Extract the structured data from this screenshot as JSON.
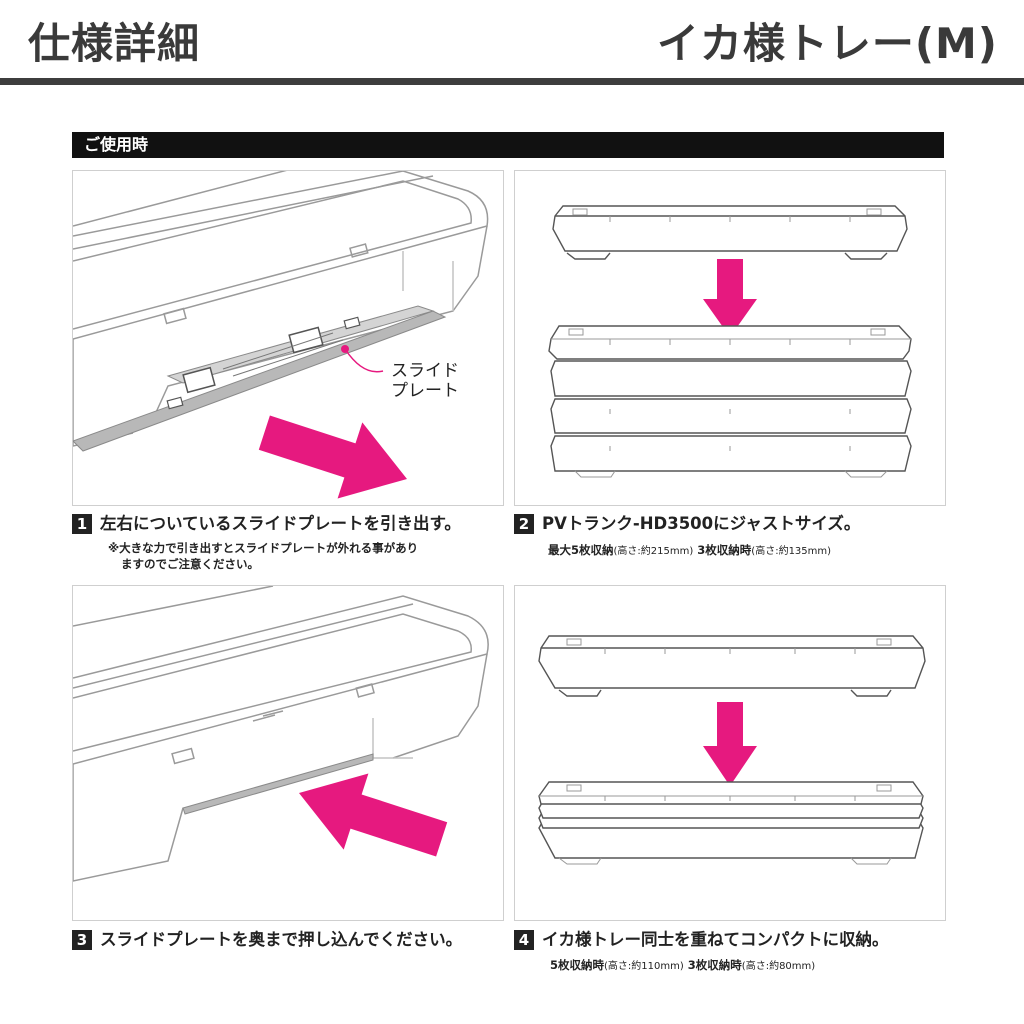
{
  "header": {
    "left_title": "仕様詳細",
    "right_title": "イカ様トレー(M)"
  },
  "section": {
    "title": "ご使用時"
  },
  "panels": {
    "p1": {
      "callout_line1": "スライド",
      "callout_line2": "プレート"
    }
  },
  "steps": [
    {
      "num": "1",
      "caption": "左右についているスライドプレートを引き出す。",
      "note_line1": "※大きな力で引き出すとスライドプレートが外れる事があり",
      "note_line2": "ますのでご注意ください。"
    },
    {
      "num": "2",
      "caption": "PVトランク-HD3500にジャストサイズ。",
      "note_a_main": "最大5枚収納",
      "note_a_sub": "(高さ:約215mm)",
      "note_b_main": "3枚収納時",
      "note_b_sub": "(高さ:約135mm)"
    },
    {
      "num": "3",
      "caption": "スライドプレートを奥まで押し込んでください。"
    },
    {
      "num": "4",
      "caption": "イカ様トレー同士を重ねてコンパクトに収納。",
      "note_a_main": "5枚収納時",
      "note_a_sub": "(高さ:約110mm)",
      "note_b_main": "3枚収納時",
      "note_b_sub": "(高さ:約80mm)"
    }
  ],
  "colors": {
    "accent_magenta": "#e6197f",
    "header_text": "#3a3a3a",
    "rule": "#3d3d3d"
  }
}
